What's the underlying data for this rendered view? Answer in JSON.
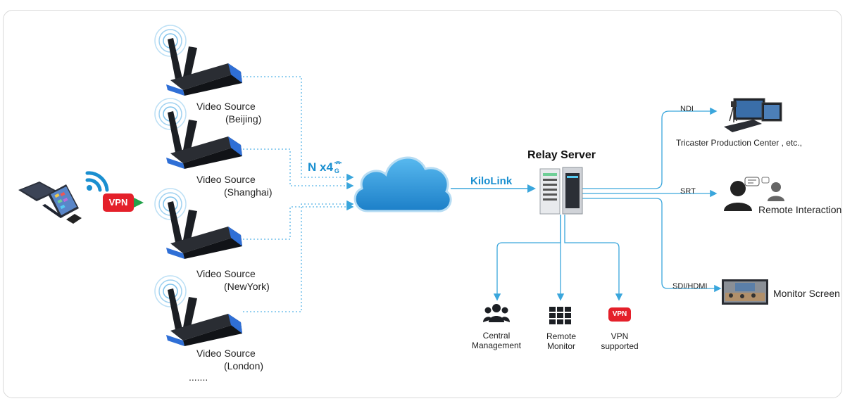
{
  "sources": [
    {
      "name": "Video Source",
      "city": "(Beijing)"
    },
    {
      "name": "Video Source",
      "city": "(Shanghai)"
    },
    {
      "name": "Video Source",
      "city": "(NewYork)"
    },
    {
      "name": "Video Source",
      "city": "(London)"
    }
  ],
  "more_sources": ".......",
  "laptop_vpn": "VPN",
  "network_label": "N x4",
  "network_icon_letter": "G",
  "link_label": "KiloLink",
  "server_title": "Relay Server",
  "outputs": [
    {
      "protocol": "NDI",
      "target": "Tricaster Production Center , etc.,"
    },
    {
      "protocol": "SRT",
      "target": "Remote Interaction"
    },
    {
      "protocol": "SDI/HDMI",
      "target": "Monitor Screen"
    }
  ],
  "features": [
    {
      "line1": "Central",
      "line2": "Management",
      "icon": "group-icon"
    },
    {
      "line1": "Remote",
      "line2": "Monitor",
      "icon": "grid-monitor-icon"
    },
    {
      "line1": "VPN",
      "line2": "supported",
      "icon": "vpn-badge-icon",
      "badge": "VPN"
    }
  ],
  "colors": {
    "accent": "#1a8fd0",
    "vpn": "#e4202a",
    "device_blue": "#2f6fd6",
    "wire": "#3aa6dc"
  }
}
